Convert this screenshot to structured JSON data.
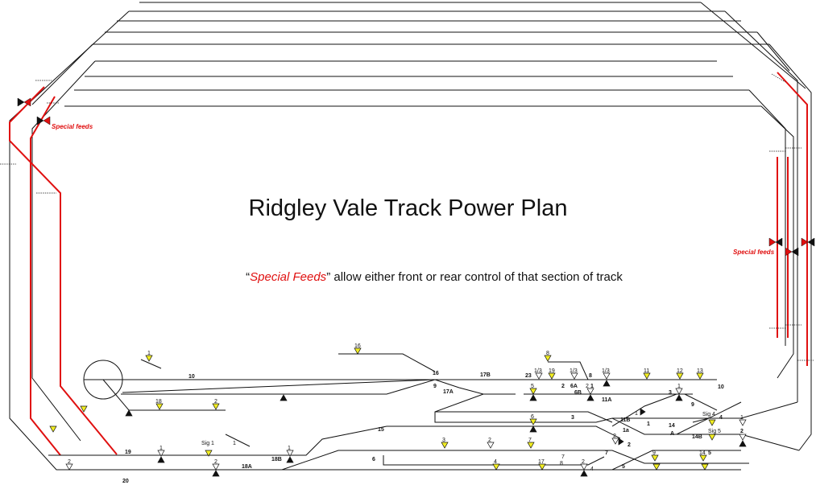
{
  "title": "Ridgley Vale Track Power Plan",
  "subtitle": {
    "quote_open": "“",
    "highlight": "Special Feeds",
    "rest": "” allow either front or rear control of that section of track"
  },
  "special_feeds_label": "Special feeds",
  "colors": {
    "track": "#111111",
    "special_feed": "#e01010",
    "feed_marker_active": "#f2ee22",
    "feed_marker_inactive": "#ffffff",
    "feed_marker_fixed": "#111111"
  },
  "section_labels": {
    "s10": "10",
    "s16": "16",
    "s9": "9",
    "s17b": "17B",
    "s17a": "17A",
    "s23": "23",
    "s8": "8",
    "s6ab": "6A",
    "s6b": "6B",
    "s11a": "11A",
    "s11b": "11B",
    "s15": "15",
    "s19": "19",
    "s20": "20",
    "s18a": "18A",
    "s18b": "18B",
    "s6": "6",
    "s7": "7",
    "s1a": "1a",
    "s1": "1",
    "s2": "2",
    "s14": "14",
    "s14a": "A",
    "s14b": "14B",
    "s5": "5",
    "s5b": "5",
    "s3": "3",
    "s3b": "3",
    "s9b": "9",
    "s10b": "10",
    "s2b": "2",
    "s1b": "1",
    "s4": "4",
    "s2c": "2"
  },
  "feed_labels": {
    "f1a": "1",
    "f16": "16",
    "f18": "18",
    "f2a": "2",
    "f8": "8",
    "f13a": "1/3",
    "f19": "19",
    "f13b": "1/3",
    "f13c": "1/3",
    "f11": "11",
    "f12": "12",
    "f13": "13",
    "f5": "5",
    "f2b": "2",
    "f1b": "1",
    "f6": "6",
    "f3": "3",
    "f2c": "2",
    "f7a": "7",
    "f7b": "7",
    "f4": "4",
    "f17": "17",
    "f8b": "8",
    "f2d": "2",
    "f9": "9",
    "f14": "14",
    "f1c": "1",
    "fsig1": "Sig 1",
    "f1d": "1",
    "f1e": "1",
    "f2e": "2",
    "f2f": "2",
    "fsig4": "Sig 4",
    "fsig5": "Sig 5",
    "f1f": "1",
    "f2g": "2",
    "f1g": "1",
    "f4b": "4"
  }
}
